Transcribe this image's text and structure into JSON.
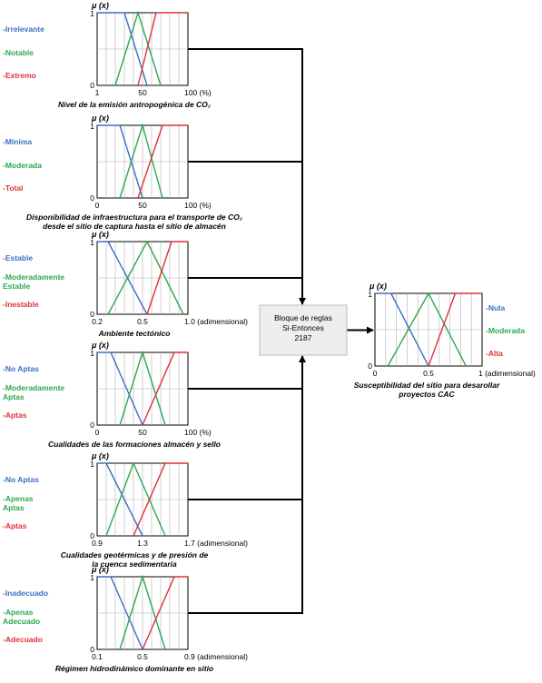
{
  "colors": {
    "blue": "#3b6fc4",
    "green": "#2ea84f",
    "red": "#e0313b",
    "grid": "#b0b0b0",
    "box_fill": "#eeeeee",
    "box_stroke": "#bbbbbb",
    "arrow": "#000000"
  },
  "mu_label": "μ (x)",
  "rule_block": {
    "lines": [
      "Bloque de reglas",
      "Si-Entonces",
      "2187"
    ]
  },
  "inputs": [
    {
      "labels": [
        {
          "lines": [
            "Irrelevante"
          ],
          "color": "blue"
        },
        {
          "lines": [
            "Notable"
          ],
          "color": "green"
        },
        {
          "lines": [
            "Extremo"
          ],
          "color": "red"
        }
      ],
      "ticks": [
        "1",
        "50",
        "100 (%)"
      ],
      "y_ticks": [
        "1",
        "0"
      ],
      "title": [
        "Nivel de la emisión antropogénica de CO₂"
      ],
      "mf": [
        {
          "color": "blue",
          "points": [
            [
              0,
              1
            ],
            [
              0.3,
              1
            ],
            [
              0.55,
              0
            ]
          ]
        },
        {
          "color": "green",
          "points": [
            [
              0.2,
              0
            ],
            [
              0.45,
              1
            ],
            [
              0.7,
              0
            ]
          ]
        },
        {
          "color": "red",
          "points": [
            [
              0.45,
              0
            ],
            [
              0.65,
              1
            ],
            [
              1,
              1
            ]
          ]
        }
      ]
    },
    {
      "labels": [
        {
          "lines": [
            "Mínima"
          ],
          "color": "blue"
        },
        {
          "lines": [
            "Moderada"
          ],
          "color": "green"
        },
        {
          "lines": [
            "Total"
          ],
          "color": "red"
        }
      ],
      "ticks": [
        "0",
        "50",
        "100 (%)"
      ],
      "y_ticks": [
        "1",
        "0"
      ],
      "title": [
        "Disponibilidad de infraestructura para el transporte de CO₂",
        "desde el sitio de captura hasta el sitio de almacén"
      ],
      "mf": [
        {
          "color": "blue",
          "points": [
            [
              0,
              1
            ],
            [
              0.25,
              1
            ],
            [
              0.5,
              0
            ]
          ]
        },
        {
          "color": "green",
          "points": [
            [
              0.25,
              0
            ],
            [
              0.5,
              1
            ],
            [
              0.72,
              0
            ]
          ]
        },
        {
          "color": "red",
          "points": [
            [
              0.45,
              0
            ],
            [
              0.72,
              1
            ],
            [
              1,
              1
            ]
          ]
        }
      ]
    },
    {
      "labels": [
        {
          "lines": [
            "Estable"
          ],
          "color": "blue"
        },
        {
          "lines": [
            "Moderadamente",
            "Estable"
          ],
          "color": "green"
        },
        {
          "lines": [
            "Inestable"
          ],
          "color": "red"
        }
      ],
      "ticks": [
        "0.2",
        "0.5",
        "1.0 (adimensional)"
      ],
      "y_ticks": [
        "1",
        "0"
      ],
      "title": [
        "Ambiente tectónico"
      ],
      "mf": [
        {
          "color": "blue",
          "points": [
            [
              0,
              1
            ],
            [
              0.12,
              1
            ],
            [
              0.55,
              0
            ]
          ]
        },
        {
          "color": "green",
          "points": [
            [
              0.12,
              0
            ],
            [
              0.55,
              1
            ],
            [
              0.95,
              0
            ]
          ]
        },
        {
          "color": "red",
          "points": [
            [
              0.55,
              0
            ],
            [
              0.82,
              1
            ],
            [
              1,
              1
            ]
          ]
        }
      ]
    },
    {
      "labels": [
        {
          "lines": [
            "No Aptas"
          ],
          "color": "blue"
        },
        {
          "lines": [
            "Moderadamente",
            "Aptas"
          ],
          "color": "green"
        },
        {
          "lines": [
            "Aptas"
          ],
          "color": "red"
        }
      ],
      "ticks": [
        "0",
        "50",
        "100 (%)"
      ],
      "y_ticks": [
        "1",
        "0"
      ],
      "title": [
        "Cualidades de las formaciones almacén y sello"
      ],
      "mf": [
        {
          "color": "blue",
          "points": [
            [
              0,
              1
            ],
            [
              0.15,
              1
            ],
            [
              0.5,
              0
            ]
          ]
        },
        {
          "color": "green",
          "points": [
            [
              0.25,
              0
            ],
            [
              0.5,
              1
            ],
            [
              0.75,
              0
            ]
          ]
        },
        {
          "color": "red",
          "points": [
            [
              0.5,
              0
            ],
            [
              0.85,
              1
            ],
            [
              1,
              1
            ]
          ]
        }
      ]
    },
    {
      "labels": [
        {
          "lines": [
            "No Aptas"
          ],
          "color": "blue"
        },
        {
          "lines": [
            "Apenas",
            "Aptas"
          ],
          "color": "green"
        },
        {
          "lines": [
            "Aptas"
          ],
          "color": "red"
        }
      ],
      "ticks": [
        "0.9",
        "1.3",
        "1.7 (adimensional)"
      ],
      "y_ticks": [
        "1",
        "0"
      ],
      "title": [
        "Cualidades geotérmicas y de presión de",
        "la cuenca sedimentaria"
      ],
      "mf": [
        {
          "color": "blue",
          "points": [
            [
              0,
              1
            ],
            [
              0.1,
              1
            ],
            [
              0.5,
              0
            ]
          ]
        },
        {
          "color": "green",
          "points": [
            [
              0.1,
              0
            ],
            [
              0.4,
              1
            ],
            [
              0.75,
              0
            ]
          ]
        },
        {
          "color": "red",
          "points": [
            [
              0.4,
              0
            ],
            [
              0.75,
              1
            ],
            [
              1,
              1
            ]
          ]
        }
      ]
    },
    {
      "labels": [
        {
          "lines": [
            "Inadecuado"
          ],
          "color": "blue"
        },
        {
          "lines": [
            "Apenas",
            "Adecuado"
          ],
          "color": "green"
        },
        {
          "lines": [
            "Adecuado"
          ],
          "color": "red"
        }
      ],
      "ticks": [
        "0.1",
        "0.5",
        "0.9 (adimensional)"
      ],
      "y_ticks": [
        "1",
        "0"
      ],
      "title": [
        "Régimen hidrodinámico dominante en sitio"
      ],
      "mf": [
        {
          "color": "blue",
          "points": [
            [
              0,
              1
            ],
            [
              0.15,
              1
            ],
            [
              0.5,
              0
            ]
          ]
        },
        {
          "color": "green",
          "points": [
            [
              0.25,
              0
            ],
            [
              0.5,
              1
            ],
            [
              0.75,
              0
            ]
          ]
        },
        {
          "color": "red",
          "points": [
            [
              0.5,
              0
            ],
            [
              0.85,
              1
            ],
            [
              1,
              1
            ]
          ]
        }
      ]
    }
  ],
  "output": {
    "labels": [
      {
        "lines": [
          "Nula"
        ],
        "color": "blue"
      },
      {
        "lines": [
          "Moderada"
        ],
        "color": "green"
      },
      {
        "lines": [
          "Alta"
        ],
        "color": "red"
      }
    ],
    "ticks": [
      "0",
      "0.5",
      "1 (adimensional)"
    ],
    "y_ticks": [
      "1",
      "0"
    ],
    "title": [
      "Susceptibilidad del sitio para desarollar",
      "proyectos CAC"
    ],
    "mf": [
      {
        "color": "blue",
        "points": [
          [
            0,
            1
          ],
          [
            0.15,
            1
          ],
          [
            0.5,
            0
          ]
        ]
      },
      {
        "color": "green",
        "points": [
          [
            0.12,
            0
          ],
          [
            0.5,
            1
          ],
          [
            0.85,
            0
          ]
        ]
      },
      {
        "color": "red",
        "points": [
          [
            0.5,
            0
          ],
          [
            0.75,
            1
          ],
          [
            1,
            1
          ]
        ]
      }
    ]
  }
}
